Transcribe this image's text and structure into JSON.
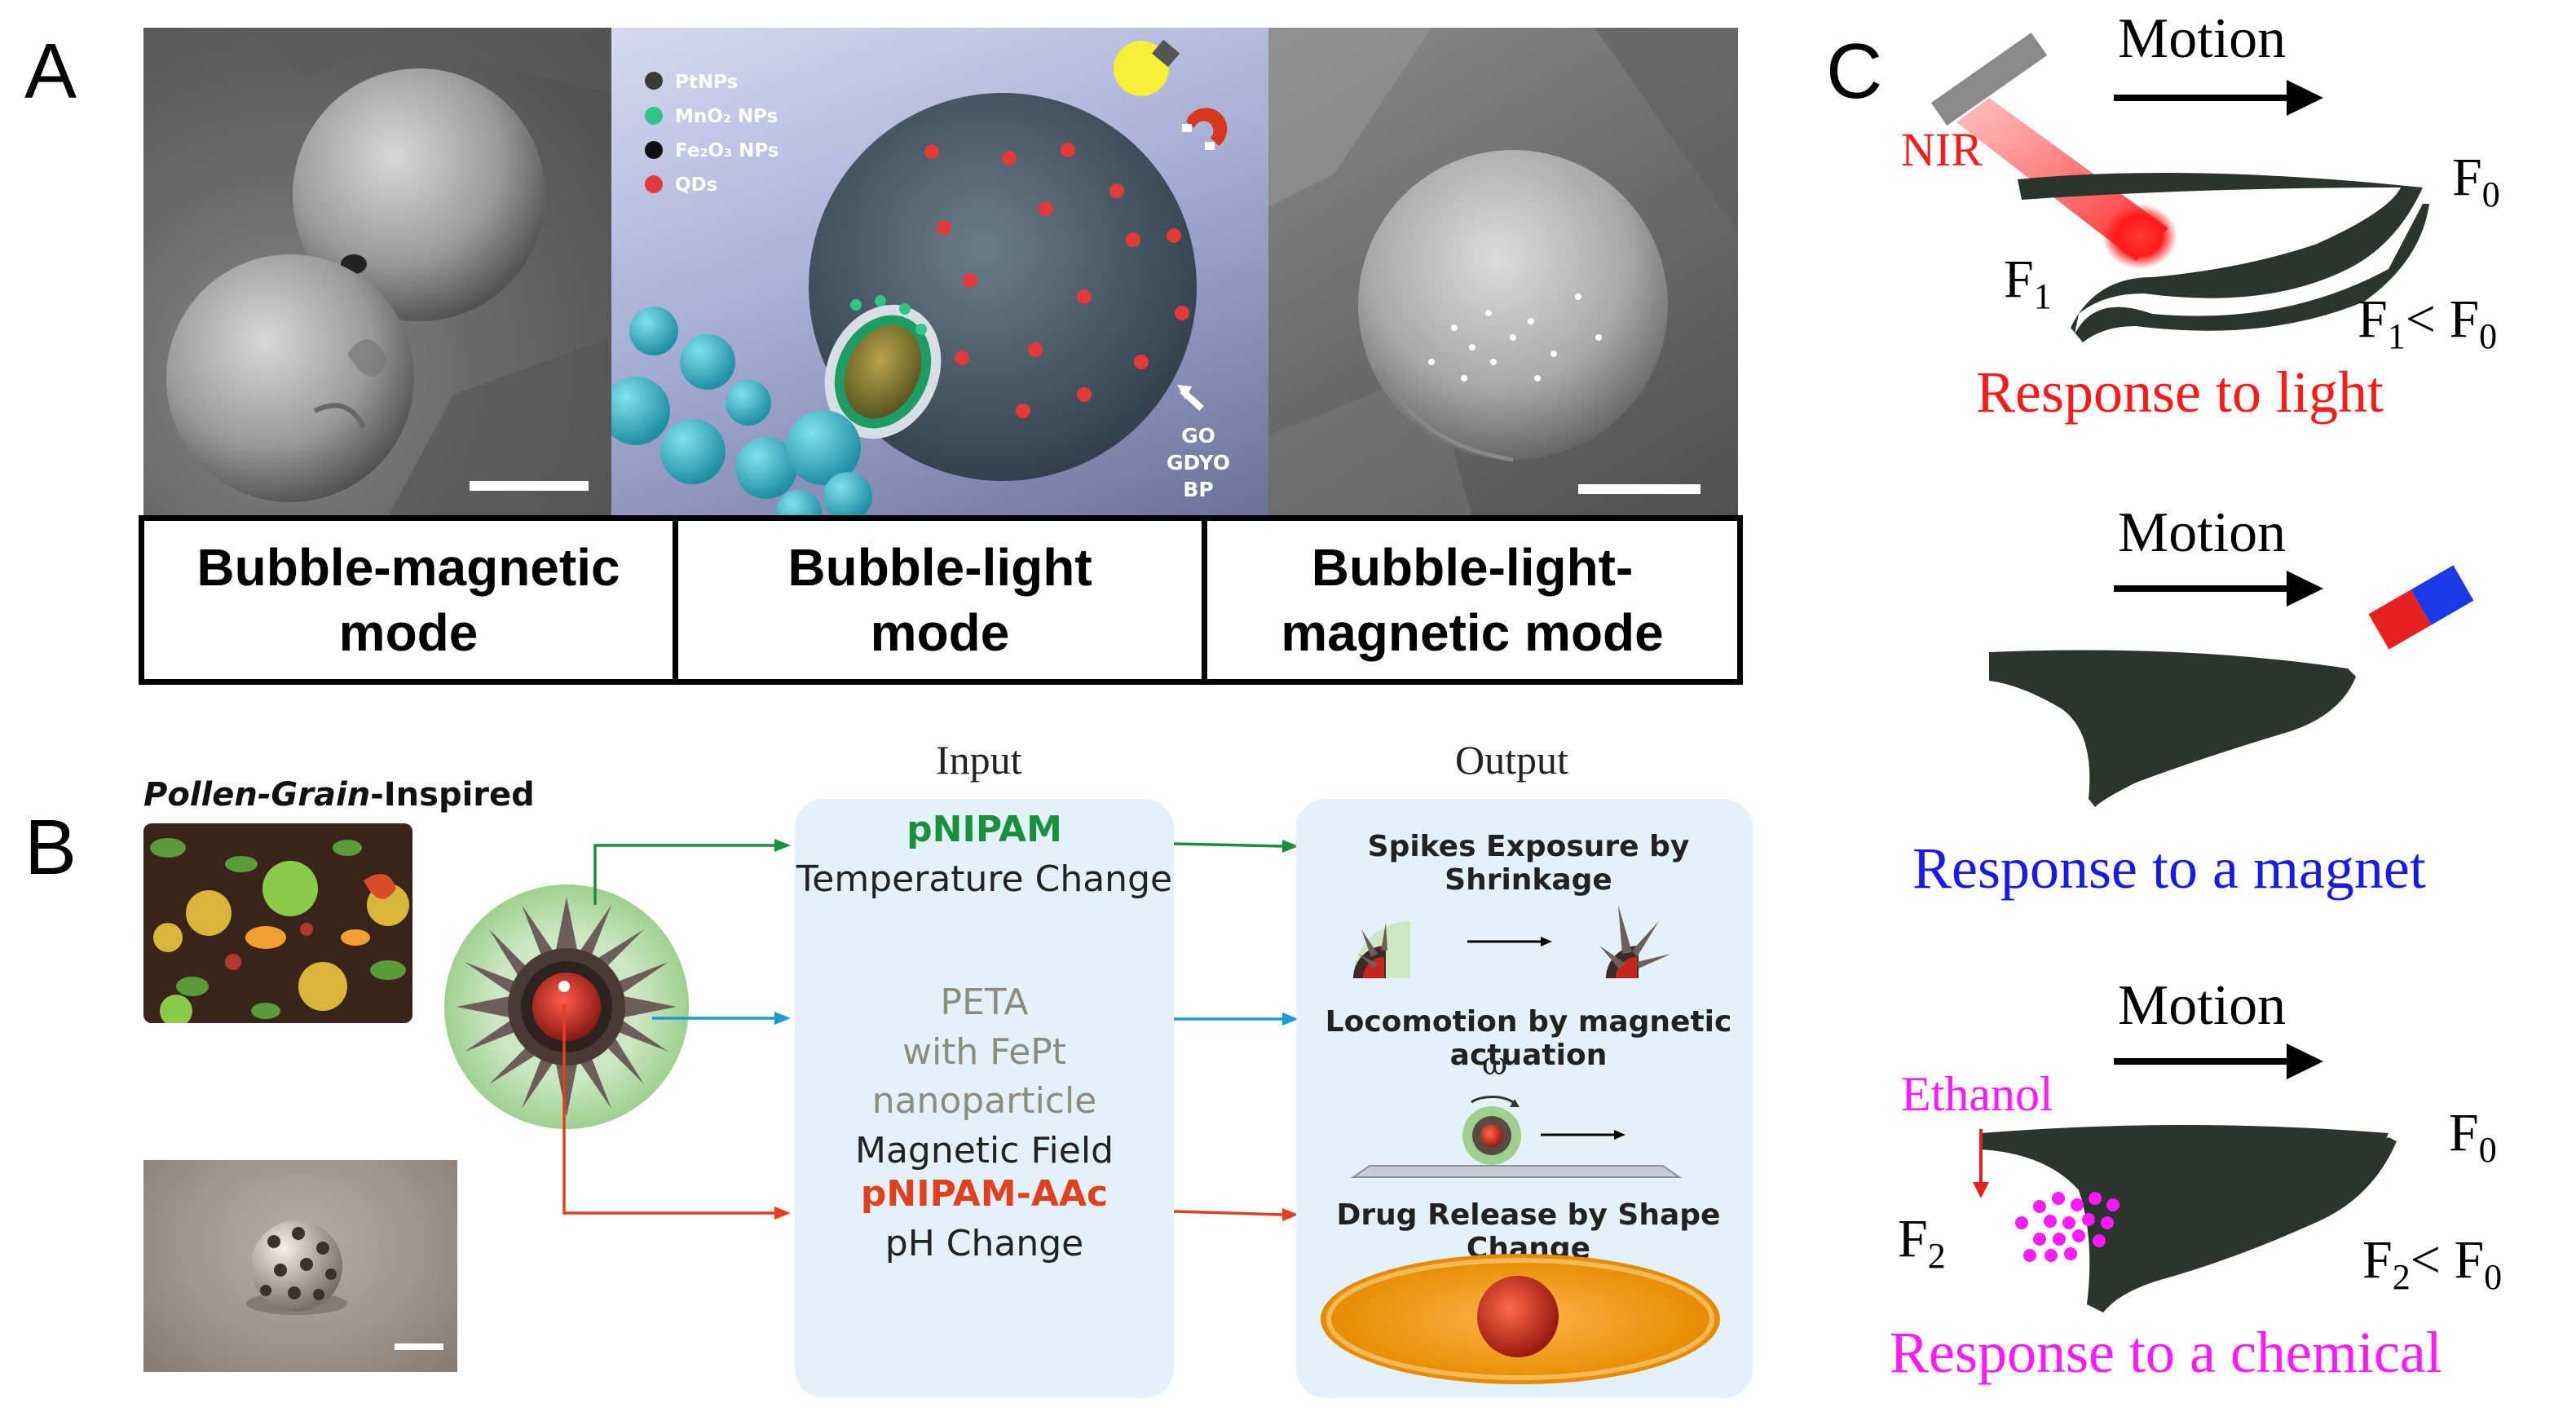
{
  "panel_a": {
    "letter": "A",
    "labels": [
      "Bubble-magnetic mode",
      "Bubble-light mode",
      "Bubble-light-magnetic mode"
    ],
    "labels_lines": [
      [
        "Bubble-magnetic",
        "mode"
      ],
      [
        "Bubble-light",
        "mode"
      ],
      [
        "Bubble-light-",
        "magnetic mode"
      ]
    ],
    "legend": [
      "PtNPs",
      "MnO₂ NPs",
      "Fe₂O₃ NPs",
      "QDs"
    ],
    "legend_colors": [
      "#3a3a3a",
      "#2fc48a",
      "#111111",
      "#e23a3a"
    ],
    "material_labels": [
      "GO",
      "GDYO",
      "BP"
    ]
  },
  "panel_b": {
    "letter": "B",
    "pollen_title_italic": "Pollen-Grain",
    "pollen_title_rest": "-Inspired",
    "input_header": "Input",
    "output_header": "Output",
    "inputs": [
      {
        "name": "pNIPAM",
        "name_color": "#1a8f3c",
        "lines": [
          "Temperature Change"
        ]
      },
      {
        "name": "PETA",
        "name_color": "#8c8c7a",
        "lines": [
          "with FePt nanoparticle",
          "Magnetic Field"
        ]
      },
      {
        "name": "pNIPAM-AAc",
        "name_color": "#e0401e",
        "lines": [
          "pH Change"
        ]
      }
    ],
    "outputs": [
      "Spikes Exposure by Shrinkage",
      "Locomotion by magnetic actuation",
      "Drug Release by Shape Change"
    ],
    "omega": "ω",
    "arrow_colors": [
      "#1a8f3c",
      "#1c9ad6",
      "#e0401e"
    ]
  },
  "panel_c": {
    "letter": "C",
    "motion": "Motion",
    "nir": "NIR",
    "ethanol": "Ethanol",
    "f0": "F",
    "f0_sub": "0",
    "f1": "F",
    "f1_sub": "1",
    "f2": "F",
    "f2_sub": "2",
    "ineq1_a": "F",
    "ineq1_a_sub": "1",
    "ineq1_b": "< F",
    "ineq1_b_sub": "0",
    "ineq2_a": "F",
    "ineq2_a_sub": "2",
    "ineq2_b": "< F",
    "ineq2_b_sub": "0",
    "responses": [
      "Response to light",
      "Response to a magnet",
      "Response to a chemical"
    ],
    "response_colors": [
      "#ff1a1a",
      "#1a1ae6",
      "#ff1aff"
    ]
  }
}
